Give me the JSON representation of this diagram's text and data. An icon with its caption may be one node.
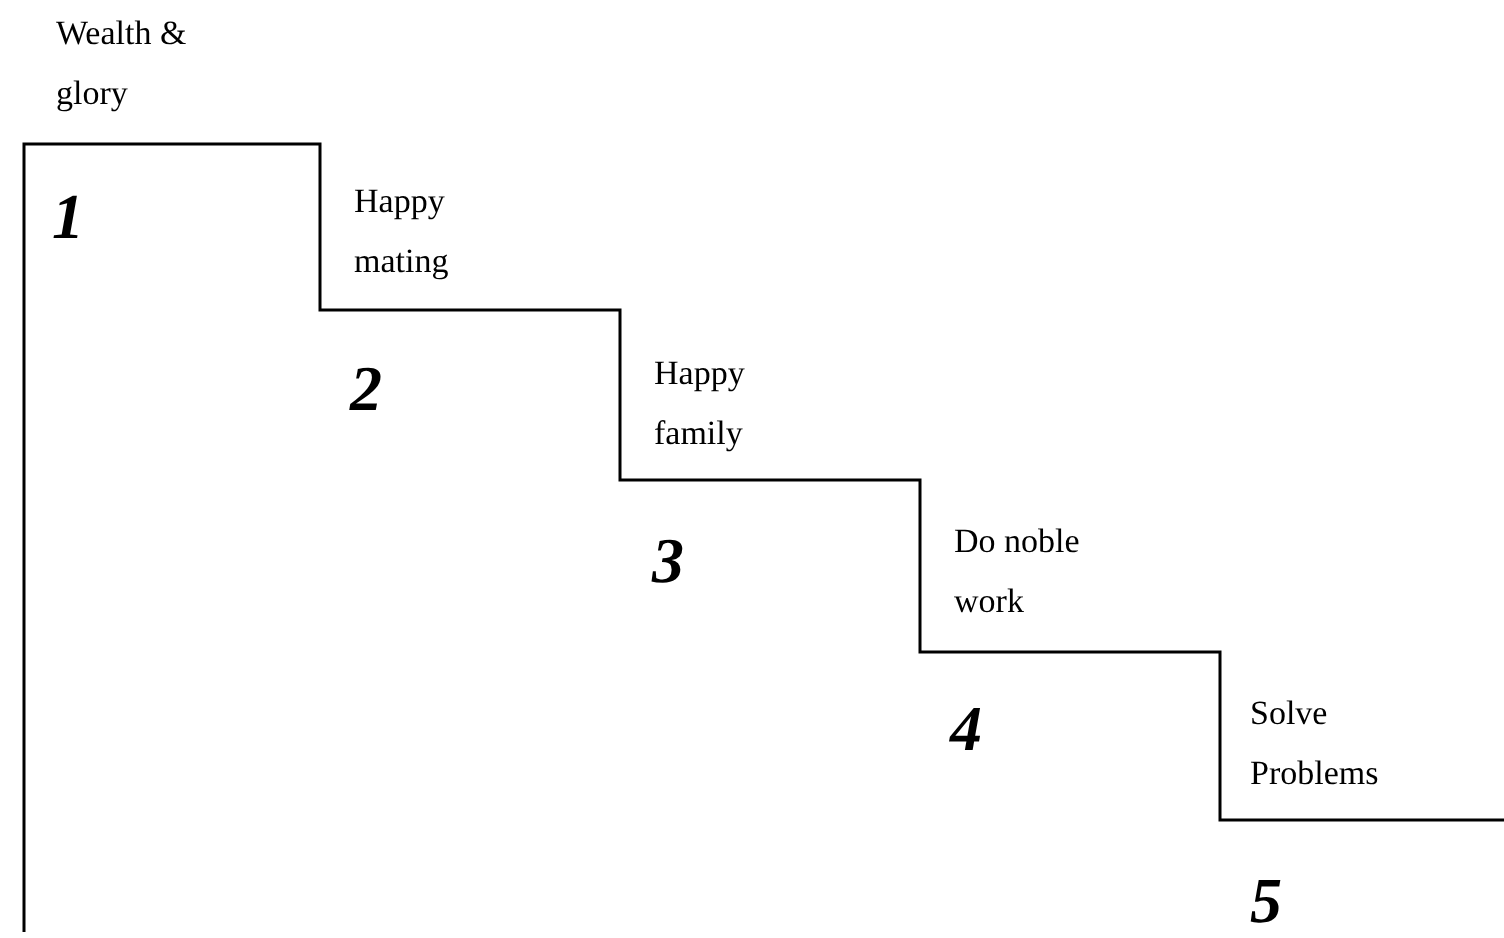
{
  "diagram": {
    "labels": [
      "Wealth & glory",
      "1",
      "Happy mating",
      "2",
      "Happy family",
      "3",
      "Do noble work",
      "4",
      "Solve Problems",
      "5"
    ]
  }
}
